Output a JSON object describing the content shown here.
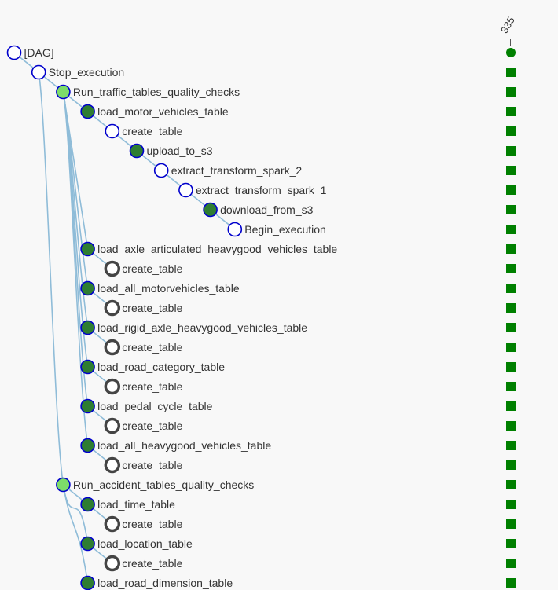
{
  "colors": {
    "link": "#8fbcd8",
    "node_border": "#0000cc",
    "success_fill": "#2e7d32",
    "light_fill": "#7ddc6a",
    "empty_fill": "#ffffff",
    "none_border": "#444444",
    "status": "#008000"
  },
  "run": {
    "id": "335"
  },
  "nodes": [
    {
      "label": "[DAG]",
      "depth": 0,
      "kind": "empty",
      "parent": null
    },
    {
      "label": "Stop_execution",
      "depth": 1,
      "kind": "empty",
      "parent": 0
    },
    {
      "label": "Run_traffic_tables_quality_checks",
      "depth": 2,
      "kind": "light",
      "parent": 1
    },
    {
      "label": "load_motor_vehicles_table",
      "depth": 3,
      "kind": "success",
      "parent": 2
    },
    {
      "label": "create_table",
      "depth": 4,
      "kind": "empty",
      "parent": 3
    },
    {
      "label": "upload_to_s3",
      "depth": 5,
      "kind": "success",
      "parent": 4
    },
    {
      "label": "extract_transform_spark_2",
      "depth": 6,
      "kind": "empty",
      "parent": 5
    },
    {
      "label": "extract_transform_spark_1",
      "depth": 7,
      "kind": "empty",
      "parent": 6
    },
    {
      "label": "download_from_s3",
      "depth": 8,
      "kind": "success",
      "parent": 7
    },
    {
      "label": "Begin_execution",
      "depth": 9,
      "kind": "empty",
      "parent": 8
    },
    {
      "label": "load_axle_articulated_heavygood_vehicles_table",
      "depth": 3,
      "kind": "success",
      "parent": 2
    },
    {
      "label": "create_table",
      "depth": 4,
      "kind": "none",
      "parent": 10
    },
    {
      "label": "load_all_motorvehicles_table",
      "depth": 3,
      "kind": "success",
      "parent": 2
    },
    {
      "label": "create_table",
      "depth": 4,
      "kind": "none",
      "parent": 12
    },
    {
      "label": "load_rigid_axle_heavygood_vehicles_table",
      "depth": 3,
      "kind": "success",
      "parent": 2
    },
    {
      "label": "create_table",
      "depth": 4,
      "kind": "none",
      "parent": 14
    },
    {
      "label": "load_road_category_table",
      "depth": 3,
      "kind": "success",
      "parent": 2
    },
    {
      "label": "create_table",
      "depth": 4,
      "kind": "none",
      "parent": 16
    },
    {
      "label": "load_pedal_cycle_table",
      "depth": 3,
      "kind": "success",
      "parent": 2
    },
    {
      "label": "create_table",
      "depth": 4,
      "kind": "none",
      "parent": 18
    },
    {
      "label": "load_all_heavygood_vehicles_table",
      "depth": 3,
      "kind": "success",
      "parent": 2
    },
    {
      "label": "create_table",
      "depth": 4,
      "kind": "none",
      "parent": 20
    },
    {
      "label": "Run_accident_tables_quality_checks",
      "depth": 2,
      "kind": "light",
      "parent": 1
    },
    {
      "label": "load_time_table",
      "depth": 3,
      "kind": "success",
      "parent": 22
    },
    {
      "label": "create_table",
      "depth": 4,
      "kind": "none",
      "parent": 23
    },
    {
      "label": "load_location_table",
      "depth": 3,
      "kind": "success",
      "parent": 22
    },
    {
      "label": "create_table",
      "depth": 4,
      "kind": "none",
      "parent": 25
    },
    {
      "label": "load_road_dimension_table",
      "depth": 3,
      "kind": "success",
      "parent": 22
    }
  ]
}
